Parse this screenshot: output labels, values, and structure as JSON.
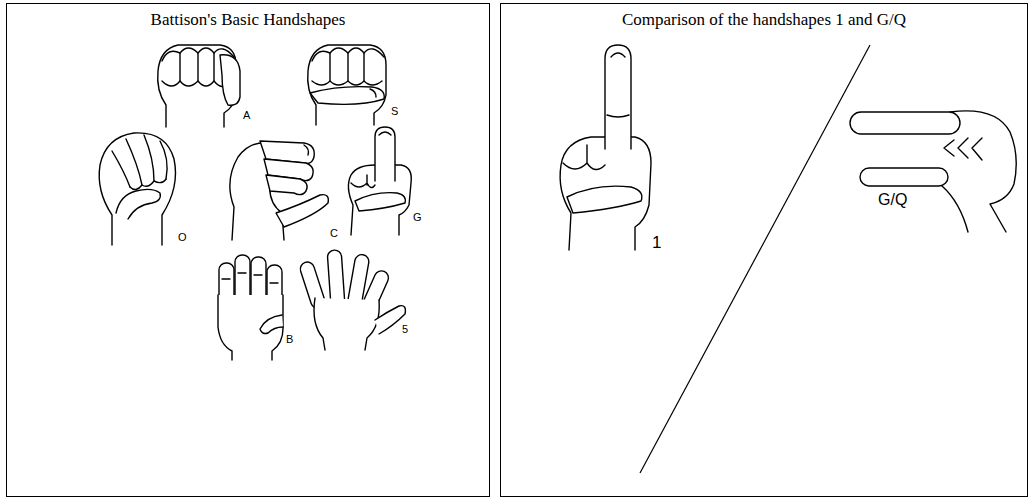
{
  "diagram": {
    "nodes": [
      {
        "text": [
          "Battison's Basic Handshapes"
        ]
      },
      {
        "text": [
          "Comparison of the handshapes 1 and G/Q"
        ]
      }
    ],
    "labels": [
      "A",
      "S",
      "O",
      "C",
      "G",
      "B",
      "5",
      "1",
      "G/Q"
    ]
  }
}
